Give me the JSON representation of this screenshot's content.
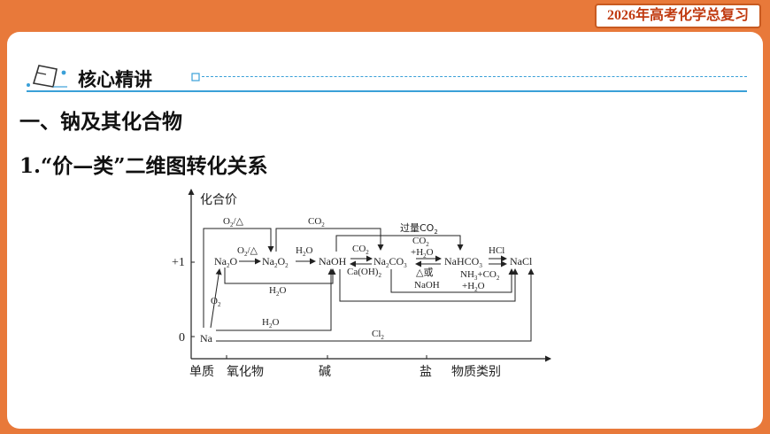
{
  "header": {
    "badge": "2026年高考化学总复习"
  },
  "section": {
    "title": "核心精讲"
  },
  "heading1": "一、钠及其化合物",
  "heading2": "1.“价—类”二维图转化关系",
  "diagram": {
    "y_axis_label": "化合价",
    "y_ticks": [
      "+1",
      "0"
    ],
    "x_categories": [
      "单质",
      "氧化物",
      "碱",
      "盐",
      "物质类别"
    ],
    "species": {
      "na": "Na",
      "na2o_Na": "Na",
      "na2o_O": "O",
      "na2o2_Na": "Na",
      "na2o2_O": "O",
      "naoh": "NaOH",
      "na2co3_Na": "Na",
      "na2co3_CO": "CO",
      "nahco3": "NaHCO",
      "nacl": "NaCl"
    },
    "labels": {
      "o2_heat_top_O": "O",
      "o2_heat_top_rest": "/△",
      "co2_top": "CO",
      "excess_co2": "过量CO",
      "o2_heat_mid_O": "O",
      "o2_heat_mid_rest": "/△",
      "h2o_a": "H",
      "h2o_a_rest": "O",
      "co2_mid": "CO",
      "caoh2": "Ca(OH)",
      "co2_h2o_1": "CO",
      "co2_h2o_2": "+H",
      "co2_h2o_2b": "O",
      "heat_or": "△或",
      "naoh_b": "NaOH",
      "hcl": "HCl",
      "nh3_1": "NH",
      "nh3_1b": "+CO",
      "nh3_2": "+H",
      "nh3_2b": "O",
      "h2o_bottom": "H",
      "h2o_bottom_rest": "O",
      "o2_left": "O",
      "h2o_na": "H",
      "h2o_na_rest": "O",
      "cl2": "Cl",
      "sub2": "2",
      "sub3": "3"
    }
  }
}
